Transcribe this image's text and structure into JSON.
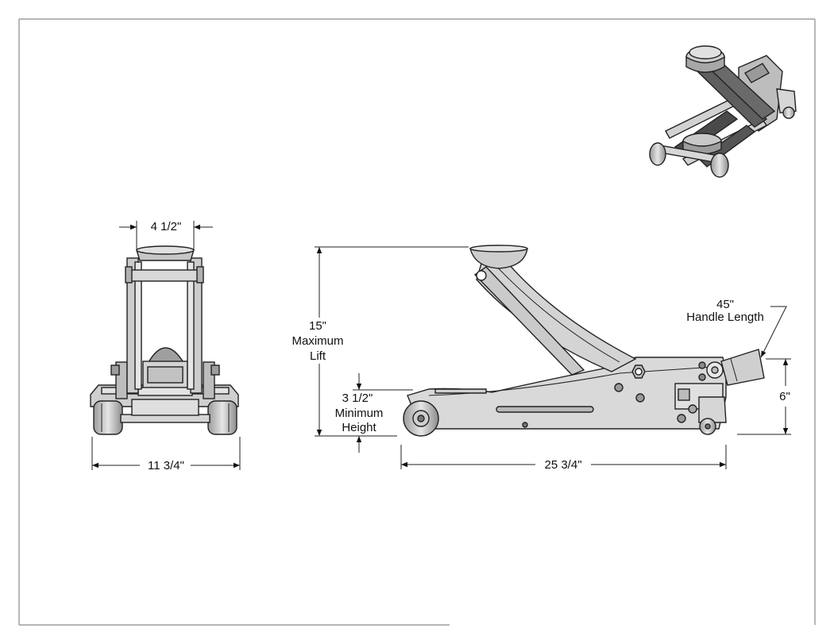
{
  "dimensions": {
    "saddle_width": "4 1/2\"",
    "overall_width": "11 3/4\"",
    "max_lift_value": "15\"",
    "max_lift_word1": "Maximum",
    "max_lift_word2": "Lift",
    "min_height_value": "3 1/2\"",
    "min_height_word1": "Minimum",
    "min_height_word2": "Height",
    "overall_length": "25 3/4\"",
    "handle_value": "45\"",
    "handle_label": "Handle Length",
    "rear_height": "6\""
  },
  "colors": {
    "frame_border": "#8a8a8a",
    "part_fill": "#d8d8d8",
    "part_dark": "#555555",
    "tire": "#c8c8c8",
    "line": "#222222"
  }
}
